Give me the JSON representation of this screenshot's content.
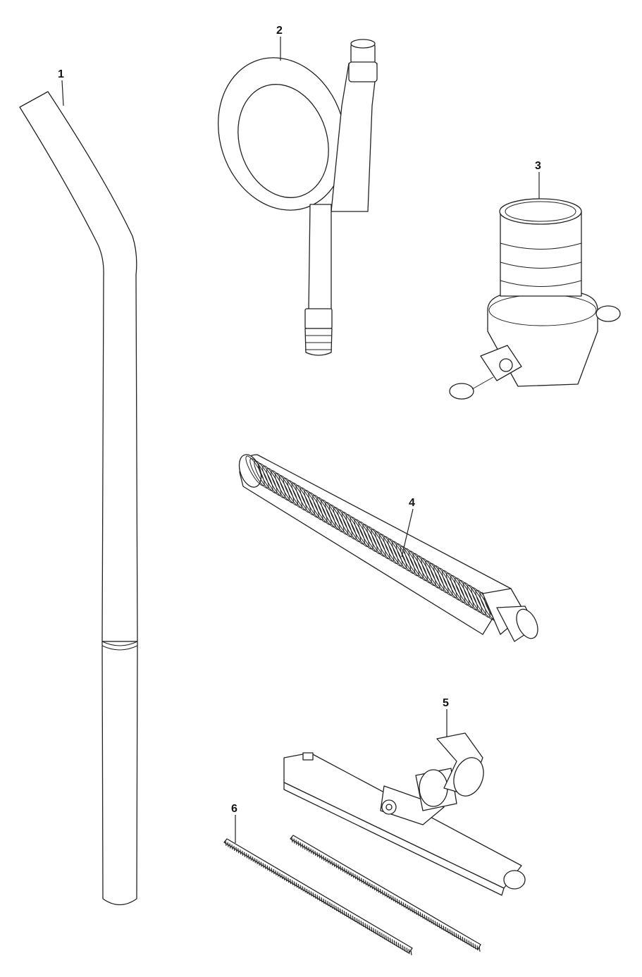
{
  "callouts": [
    {
      "id": 1,
      "label": "1"
    },
    {
      "id": 2,
      "label": "2"
    },
    {
      "id": 3,
      "label": "3"
    },
    {
      "id": 4,
      "label": "4"
    },
    {
      "id": 5,
      "label": "5"
    },
    {
      "id": 6,
      "label": "6"
    }
  ],
  "parts": [
    {
      "callout": "1",
      "icon": "bent-extension-tube-icon"
    },
    {
      "callout": "2",
      "icon": "coiled-hose-icon"
    },
    {
      "callout": "3",
      "icon": "camlock-coupling-icon"
    },
    {
      "callout": "4",
      "icon": "corrugated-hose-icon"
    },
    {
      "callout": "5",
      "icon": "floor-nozzle-icon"
    },
    {
      "callout": "6",
      "icon": "brush-strip-icon"
    }
  ],
  "colors": {
    "line": "#222222",
    "fill": "#ffffff",
    "background": "#ffffff"
  }
}
